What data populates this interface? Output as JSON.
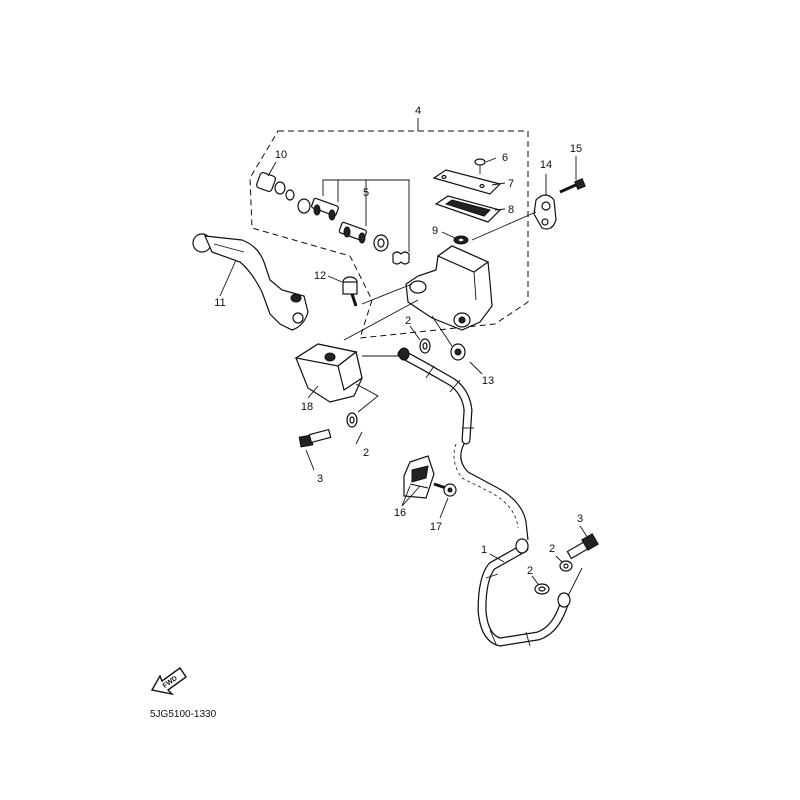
{
  "part_numbers": {
    "p1": "1",
    "p2": "2",
    "p3": "3",
    "p4": "4",
    "p5": "5",
    "p6": "6",
    "p7": "7",
    "p8": "8",
    "p9": "9",
    "p10": "10",
    "p11": "11",
    "p12": "12",
    "p13": "13",
    "p14": "14",
    "p15": "15",
    "p16": "16",
    "p17": "17",
    "p18": "18"
  },
  "forward_label": "FWD",
  "diagram_code": "5JG5100-1330"
}
